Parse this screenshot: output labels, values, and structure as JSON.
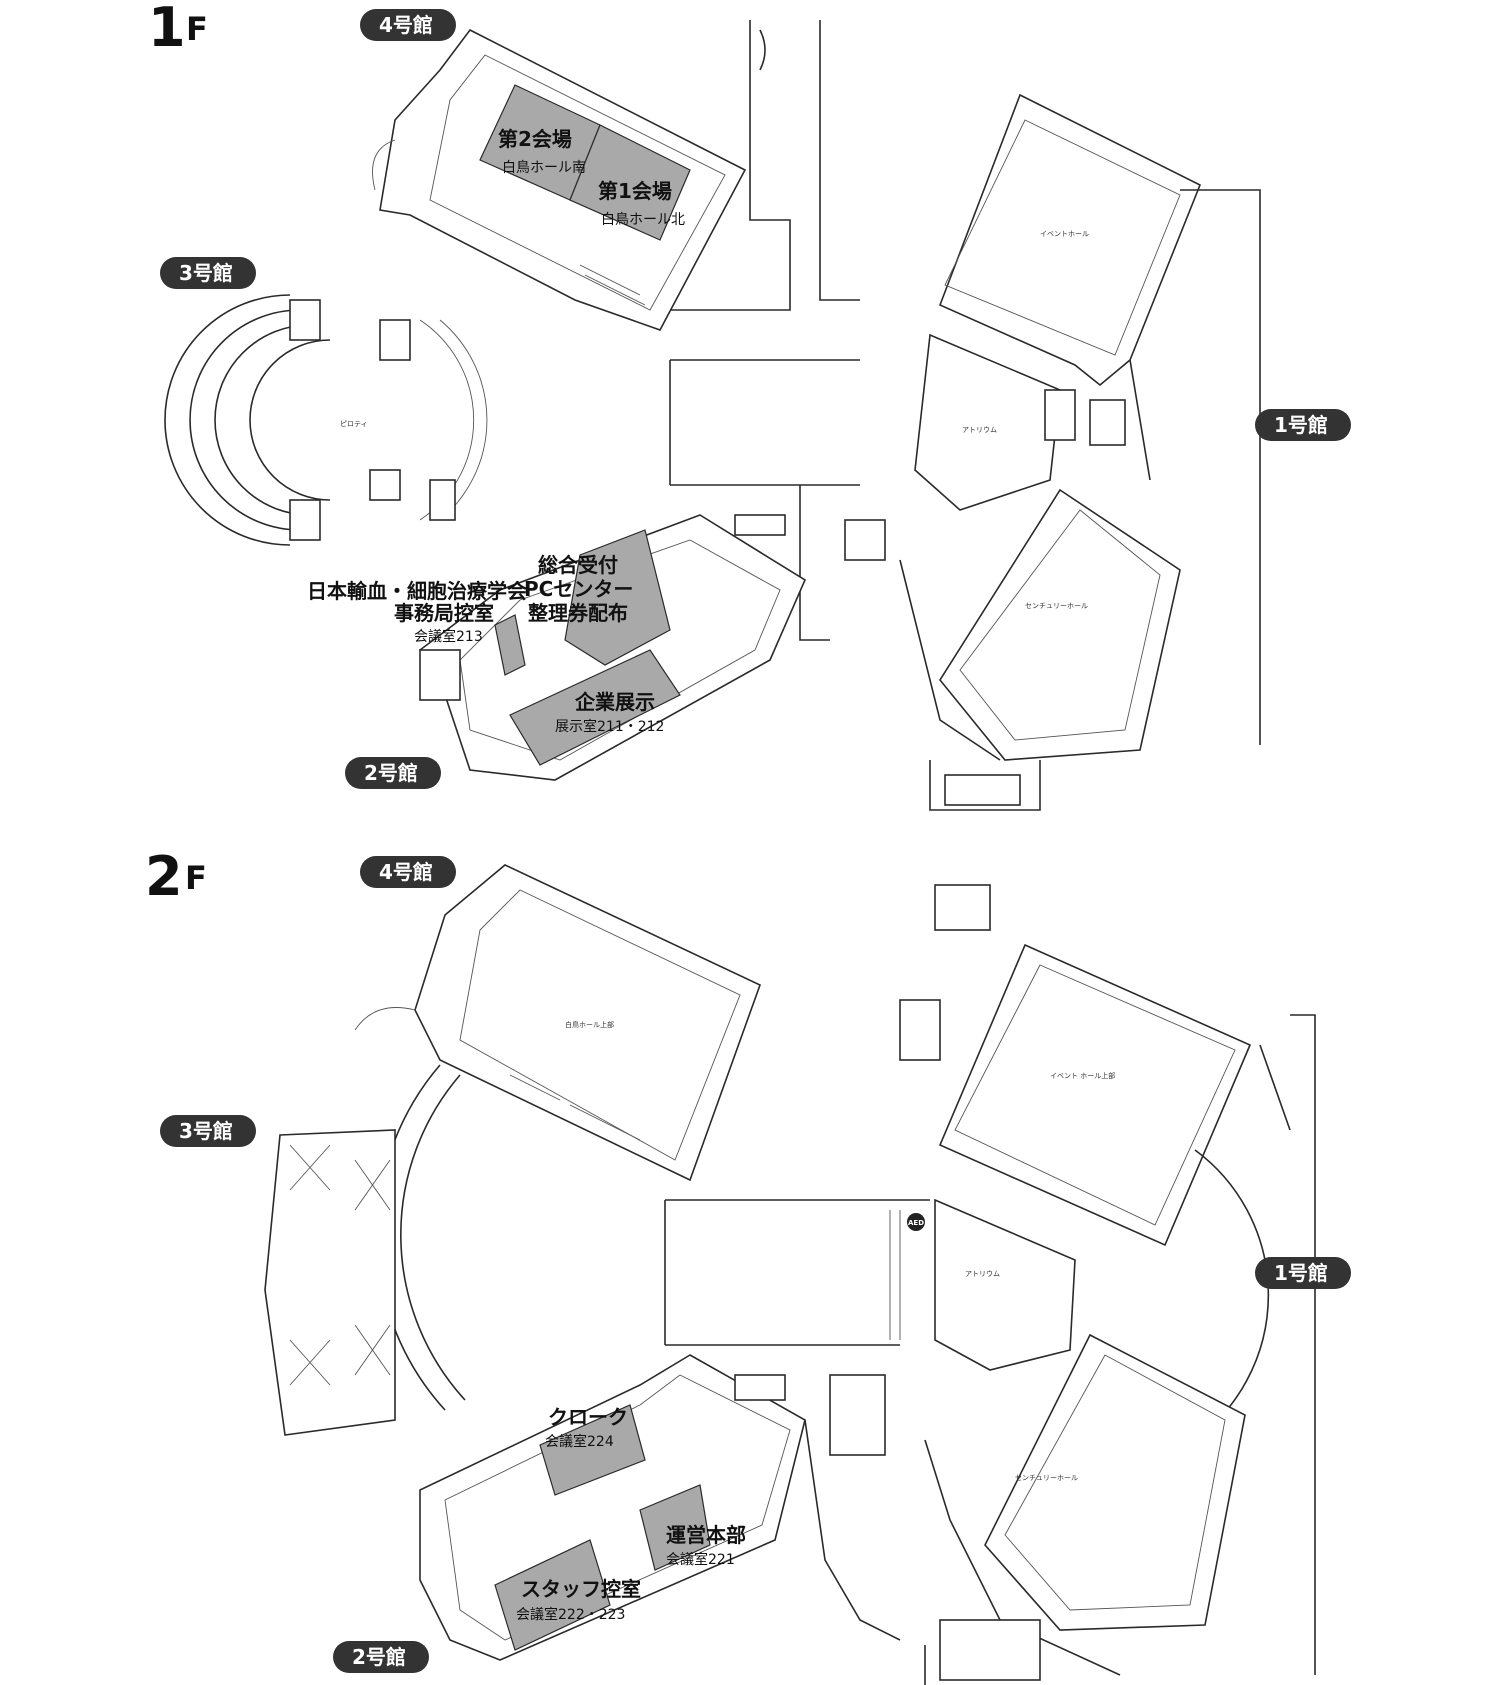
{
  "floors": [
    {
      "id": "1F",
      "number": "1",
      "suffix": "F"
    },
    {
      "id": "2F",
      "number": "2",
      "suffix": "F"
    }
  ],
  "buildings": {
    "b1": "1号館",
    "b2": "2号館",
    "b3": "3号館",
    "b4": "4号館"
  },
  "rooms_1f": {
    "hall2": {
      "title": "第2会場",
      "sub": "白鳥ホール南"
    },
    "hall1": {
      "title": "第1会場",
      "sub": "白鳥ホール北"
    },
    "reception": {
      "line1": "総合受付",
      "line2": "PCセンター",
      "line3": "整理券配布"
    },
    "office": {
      "line1": "日本輸血・細胞治療学会",
      "line2": "事務局控室",
      "sub": "会議室213"
    },
    "exhibit": {
      "title": "企業展示",
      "sub": "展示室211・212"
    },
    "event_hall": "イベントホール",
    "century_hall": "センチュリーホール",
    "atrium": "アトリウム",
    "piloti": "ピロティ"
  },
  "rooms_2f": {
    "cloak": {
      "title": "クローク",
      "sub": "会議室224"
    },
    "hq": {
      "title": "運営本部",
      "sub": "会議室221"
    },
    "staff": {
      "title": "スタッフ控室",
      "sub": "会議室222・223"
    },
    "hakucho_upper": "白鳥ホール上部",
    "event_upper": "イベント ホール上部",
    "century_hall": "センチュリーホール",
    "atrium": "アトリウム",
    "aed": "AED"
  }
}
